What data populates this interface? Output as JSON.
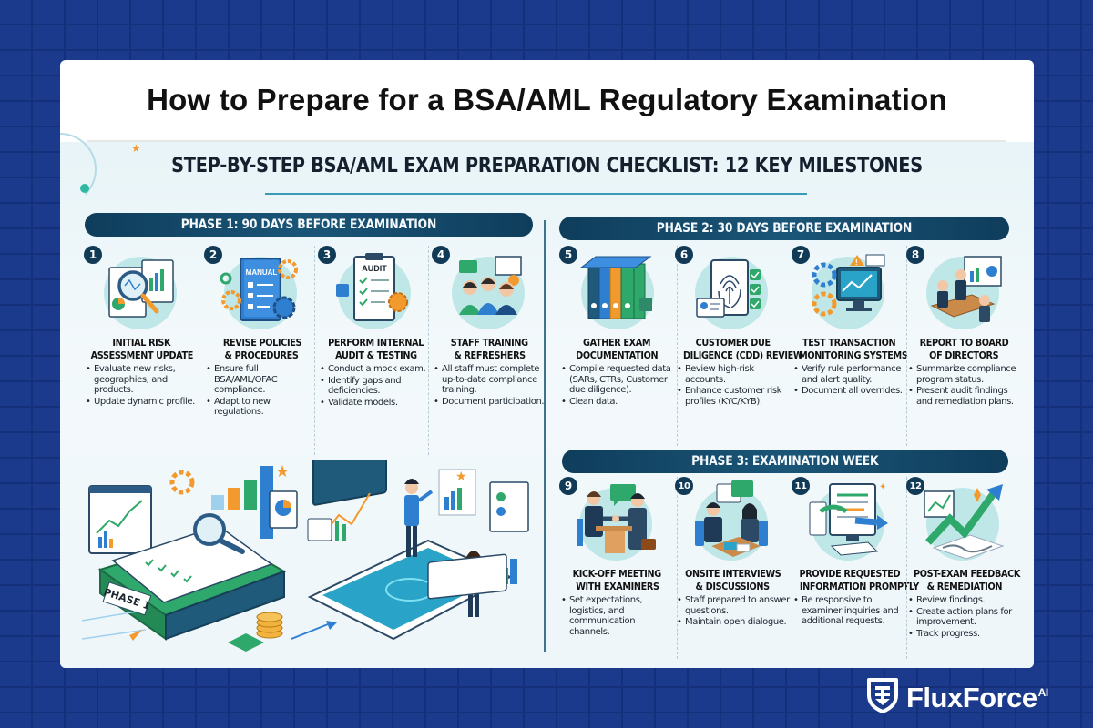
{
  "page": {
    "title": "How to Prepare for a BSA/AML Regulatory Examination"
  },
  "infographic": {
    "subtitle": "STEP-BY-STEP BSA/AML EXAM PREPARATION CHECKLIST: 12 KEY MILESTONES",
    "colors": {
      "background_navy": "#1c3a8c",
      "phase_bar": "#0f3d5c",
      "accent_teal": "#2fb9a3",
      "accent_orange": "#f29a2e",
      "accent_blue": "#2f7fd1"
    },
    "phases": [
      {
        "label": "PHASE 1: 90 DAYS BEFORE EXAMINATION",
        "steps": [
          {
            "number": "1",
            "icon": "magnifier-report-icon",
            "title_line1": "INITIAL RISK",
            "title_line2": "ASSESSMENT UPDATE",
            "bullets": [
              "Evaluate new risks, geographies, and products.",
              "Update dynamic profile."
            ]
          },
          {
            "number": "2",
            "icon": "manual-gears-icon",
            "icon_label": "MANUAL",
            "title_line1": "REVISE POLICIES",
            "title_line2": "& PROCEDURES",
            "bullets": [
              "Ensure full BSA/AML/OFAC compliance.",
              "Adapt to new regulations."
            ]
          },
          {
            "number": "3",
            "icon": "audit-clipboard-icon",
            "icon_label": "AUDIT",
            "title_line1": "PERFORM INTERNAL",
            "title_line2": "AUDIT & TESTING",
            "bullets": [
              "Conduct a mock exam.",
              "Identify gaps and deficiencies.",
              "Validate models."
            ]
          },
          {
            "number": "4",
            "icon": "staff-training-icon",
            "title_line1": "STAFF TRAINING",
            "title_line2": "& REFRESHERS",
            "bullets": [
              "All staff must complete up-to-date compliance training.",
              "Document participation."
            ]
          }
        ],
        "hero_label": "PHASE 1"
      },
      {
        "label": "PHASE 2: 30 DAYS BEFORE EXAMINATION",
        "steps": [
          {
            "number": "5",
            "icon": "binders-documents-icon",
            "title_line1": "GATHER EXAM",
            "title_line2": "DOCUMENTATION",
            "bullets": [
              "Compile requested data (SARs, CTRs, Customer due diligence).",
              "Clean data."
            ]
          },
          {
            "number": "6",
            "icon": "fingerprint-id-icon",
            "title_line1": "CUSTOMER DUE",
            "title_line2": "DILIGENCE (CDD) REVIEW",
            "bullets": [
              "Review high-risk accounts.",
              "Enhance customer risk profiles (KYC/KYB)."
            ]
          },
          {
            "number": "7",
            "icon": "monitoring-gears-icon",
            "title_line1": "TEST TRANSACTION",
            "title_line2": "MONITORING SYSTEMS",
            "bullets": [
              "Verify rule performance and alert quality.",
              "Document all overrides."
            ]
          },
          {
            "number": "8",
            "icon": "board-meeting-icon",
            "title_line1": "REPORT TO BOARD",
            "title_line2": "OF DIRECTORS",
            "bullets": [
              "Summarize compliance program status.",
              "Present audit findings and remediation plans."
            ]
          }
        ]
      },
      {
        "label": "PHASE 3: EXAMINATION WEEK",
        "steps": [
          {
            "number": "9",
            "icon": "handshake-meeting-icon",
            "title_line1": "KICK-OFF MEETING",
            "title_line2": "WITH EXAMINERS",
            "bullets": [
              "Set expectations, logistics, and communication channels."
            ]
          },
          {
            "number": "10",
            "icon": "interview-discussion-icon",
            "title_line1": "ONSITE INTERVIEWS",
            "title_line2": "& DISCUSSIONS",
            "bullets": [
              "Staff prepared to answer questions.",
              "Maintain open dialogue."
            ]
          },
          {
            "number": "11",
            "icon": "computer-transfer-icon",
            "title_line1": "PROVIDE REQUESTED",
            "title_line2": "INFORMATION PROMPTLY",
            "bullets": [
              "Be responsive to examiner inquiries and additional requests."
            ]
          },
          {
            "number": "12",
            "icon": "growth-arrow-icon",
            "title_line1": "POST-EXAM FEEDBACK",
            "title_line2": "& REMEDIATION",
            "bullets": [
              "Review findings.",
              "Create action plans for improvement.",
              "Track progress."
            ]
          }
        ]
      }
    ]
  },
  "brand": {
    "name": "FluxForce",
    "superscript": "AI",
    "icon": "shield-logo-icon"
  }
}
